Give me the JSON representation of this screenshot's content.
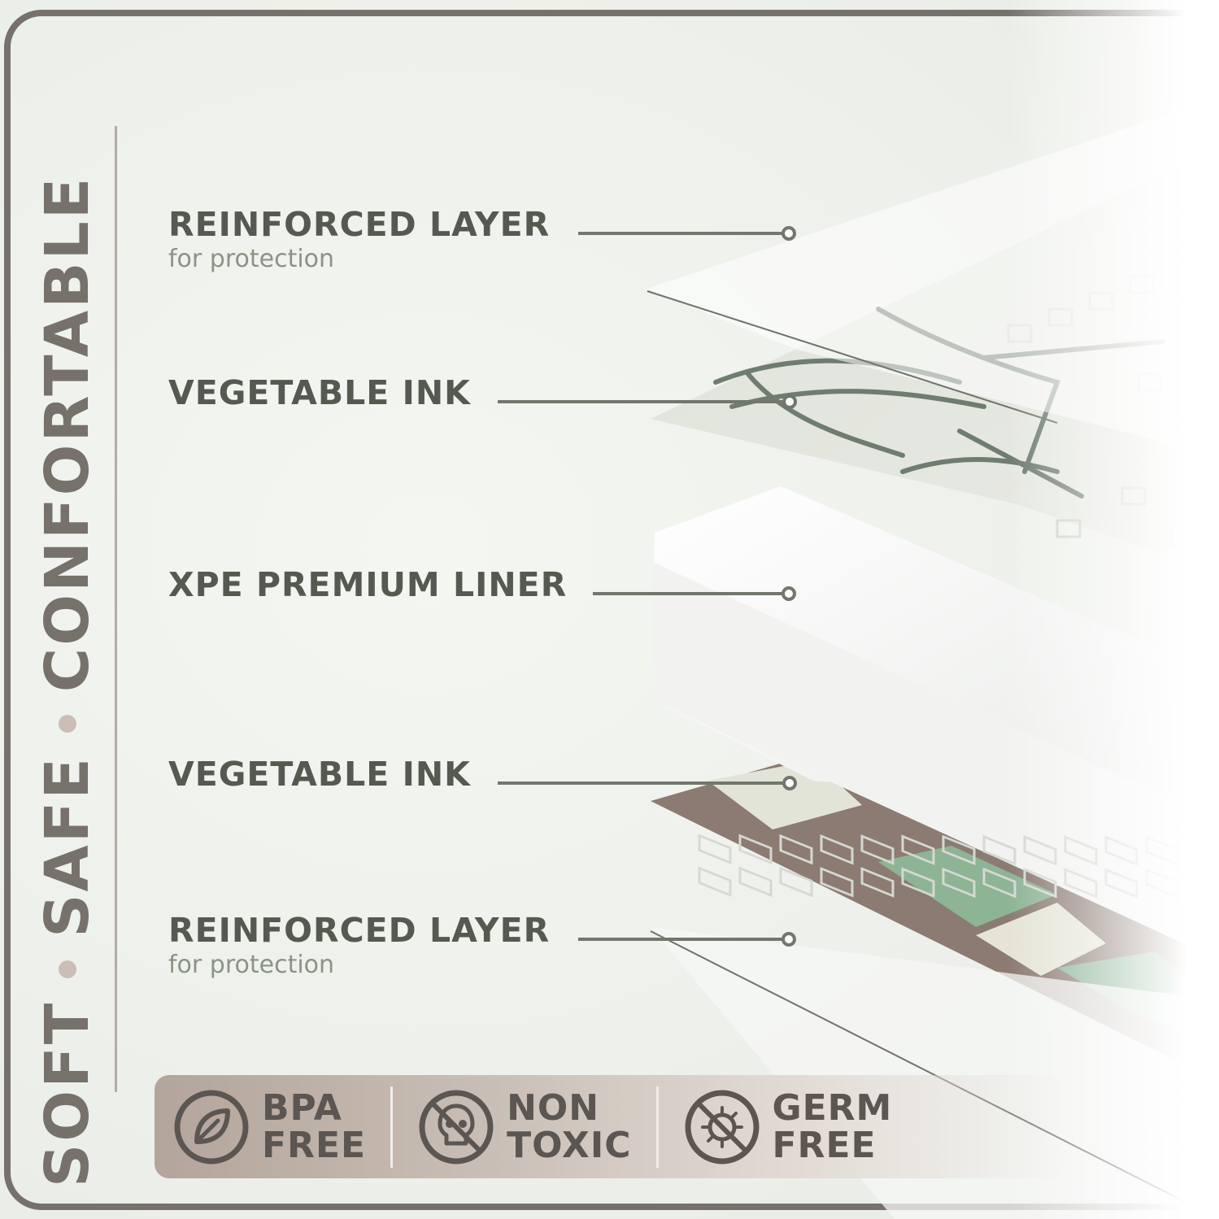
{
  "side_text": {
    "word1": "SOFT",
    "word2": "SAFE",
    "word3": "CONFORTABLE"
  },
  "layers": [
    {
      "title": "REINFORCED LAYER",
      "subtitle": "for protection"
    },
    {
      "title": "VEGETABLE INK",
      "subtitle": ""
    },
    {
      "title": "XPE PREMIUM LINER",
      "subtitle": ""
    },
    {
      "title": "VEGETABLE INK",
      "subtitle": ""
    },
    {
      "title": "REINFORCED LAYER",
      "subtitle": "for protection"
    }
  ],
  "badges": [
    {
      "line1": "BPA",
      "line2": "FREE",
      "icon": "leaf-icon"
    },
    {
      "line1": "NON",
      "line2": "TOXIC",
      "icon": "skull-icon"
    },
    {
      "line1": "GERM",
      "line2": "FREE",
      "icon": "virus-icon"
    }
  ],
  "colors": {
    "frame": "#77716c",
    "text": "#555a50",
    "subtext": "#8a9485",
    "accent_dot": "#cbbeb6",
    "green_tile": "#8db495",
    "brown_tile": "#8b7b72"
  }
}
